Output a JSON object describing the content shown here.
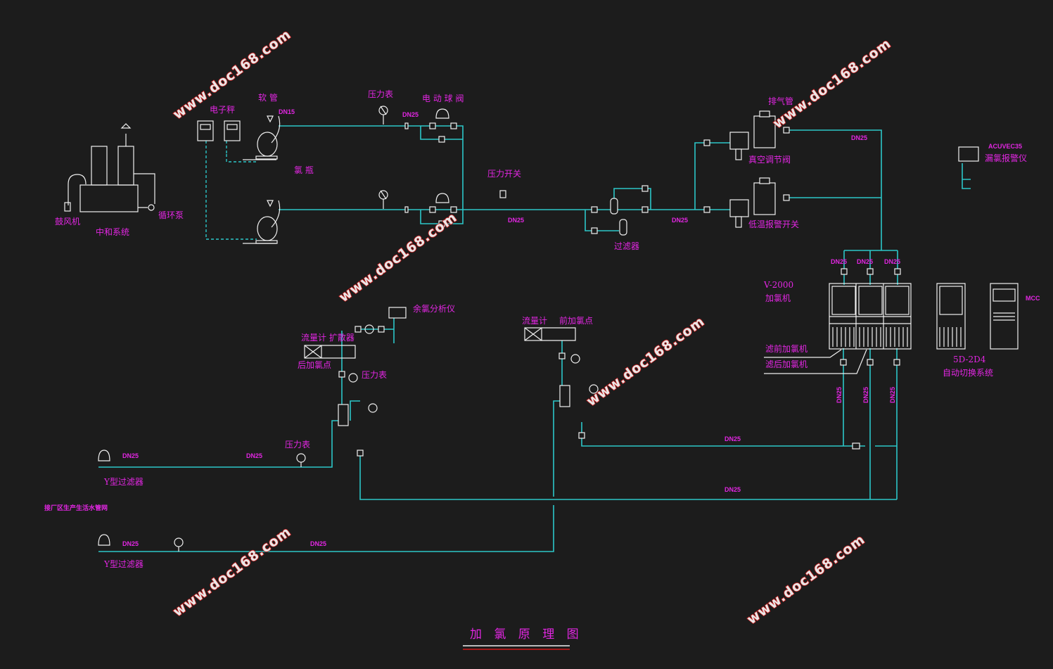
{
  "title": "加 氯 原 理 图",
  "watermark": "www.doc168.com",
  "colors": {
    "background": "#1c1c1c",
    "pipe": "#2cc6c8",
    "label": "#e226e2",
    "equipment": "#f0f0f0",
    "watermark": "#c81e1e"
  },
  "labels": {
    "scale": "电子秤",
    "hose": "软 管",
    "dn15": "DN15",
    "gauge_top": "压力表",
    "dn25_top": "DN25",
    "ball_valve": "电 动 球 阀",
    "cylinder": "氯 瓶",
    "blower": "鼓风机",
    "neutralizer": "中和系统",
    "circ_pump": "循环泵",
    "pressure_switch": "压力开关",
    "dn25_main1": "DN25",
    "dn25_main2": "DN25",
    "filter": "过滤器",
    "vent": "排气管",
    "vacuum_regulator": "真空调节阀",
    "low_temp_switch": "低温报警开关",
    "dn25_header": "DN25",
    "detector_model": "ACUVEC35",
    "leak_detector": "漏氯报警仪",
    "dn25_a": "DN25",
    "dn25_b": "DN25",
    "dn25_c": "DN25",
    "chlorinator_model": "V-2000",
    "chlorinator": "加氯机",
    "mcc": "MCC",
    "pre_chlorinator": "滤前加氯机",
    "post_chlorinator": "滤后加氯机",
    "switch_model": "5D-2D4",
    "auto_switch": "自动切换系统",
    "dn25_v1": "DN25",
    "dn25_v2": "DN25",
    "dn25_v3": "DN25",
    "dn25_h1": "DN25",
    "dn25_h2": "DN25",
    "residual_analyzer": "余氯分析仪",
    "flowmeter_diffuser": "流量计 扩散器",
    "post_point": "后加氯点",
    "gauge_mid": "压力表",
    "flowmeter": "流量计",
    "pre_point": "前加氯点",
    "gauge_low": "压力表",
    "dn25_w1": "DN25",
    "dn25_w2": "DN25",
    "y_strainer1": "Y型过滤器",
    "water_main": "接厂区生产生活水管网",
    "dn25_w3": "DN25",
    "dn25_w4": "DN25",
    "y_strainer2": "Y型过滤器"
  }
}
